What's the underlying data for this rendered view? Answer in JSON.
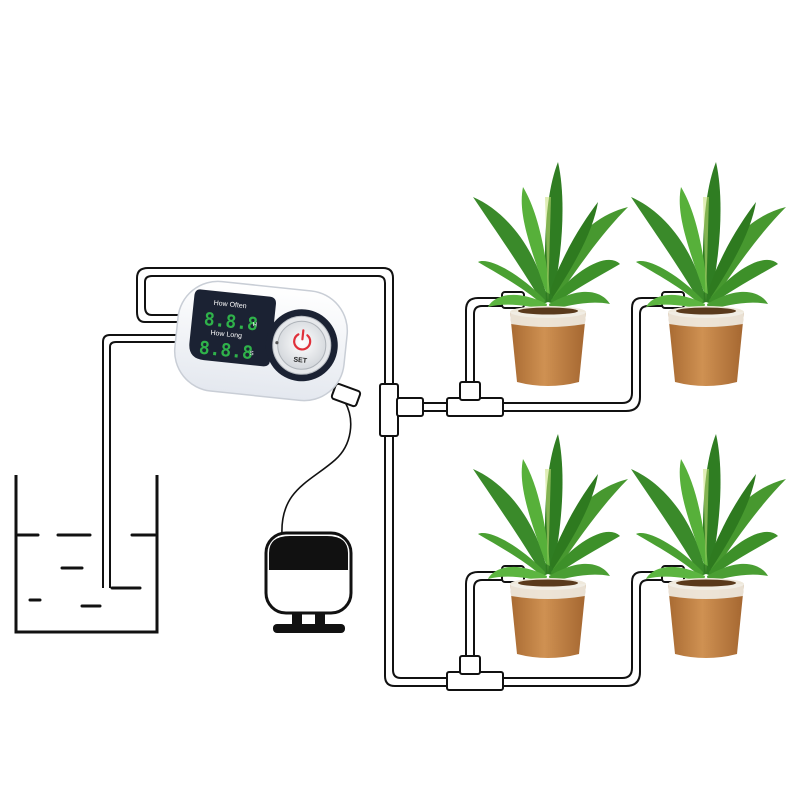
{
  "controller": {
    "how_often_label": "How Often",
    "how_often_value": "8.8.8",
    "how_often_unit": "H",
    "how_long_label": "How Long",
    "how_long_value": "8.8.8",
    "how_long_unit": "S",
    "set_label": "SET",
    "accent_color": "#e0303a",
    "display_color": "#2a8a3a"
  },
  "plants": [
    {
      "position": "top-left"
    },
    {
      "position": "top-right"
    },
    {
      "position": "bottom-left"
    },
    {
      "position": "bottom-right"
    }
  ],
  "colors": {
    "pot": "#c8874a",
    "pot_shadow": "#a86a32",
    "leaf": "#3a8a2a",
    "leaf_light": "#6abf3a",
    "tube": "#111111"
  }
}
